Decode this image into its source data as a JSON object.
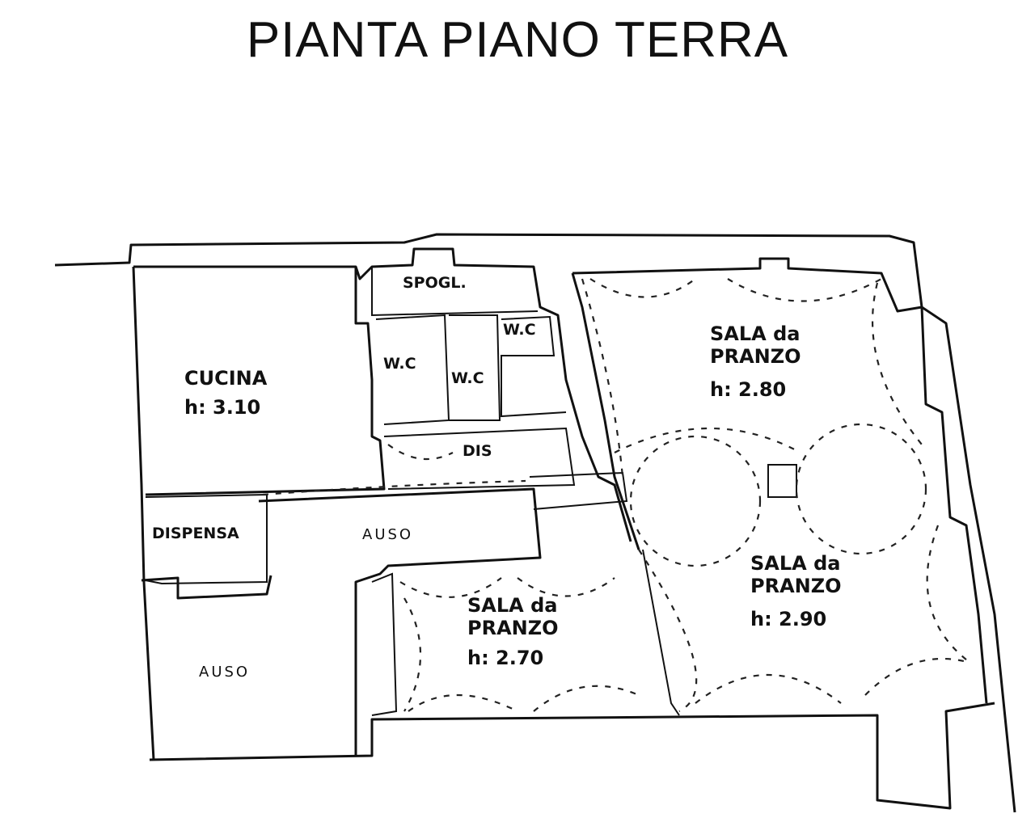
{
  "title": "PIANTA PIANO TERRA",
  "rooms": {
    "spogliatoio": {
      "name": "SPOGL."
    },
    "wc1": {
      "name": "W.C"
    },
    "wc2": {
      "name": "W.C"
    },
    "wc3": {
      "name": "W.C"
    },
    "cucina": {
      "name": "CUCINA",
      "height": "h: 3.10"
    },
    "disimpegno": {
      "name": "DIS"
    },
    "dispensa": {
      "name": "DISPENSA"
    },
    "auso_top": {
      "name": "AUSO"
    },
    "auso_bottom": {
      "name": "AUSO"
    },
    "sala1": {
      "name1": "SALA da",
      "name2": "PRANZO",
      "height": "h: 2.80"
    },
    "sala2": {
      "name1": "SALA da",
      "name2": "PRANZO",
      "height": "h: 2.90"
    },
    "sala3": {
      "name1": "SALA da",
      "name2": "PRANZO",
      "height": "h: 2.70"
    }
  }
}
